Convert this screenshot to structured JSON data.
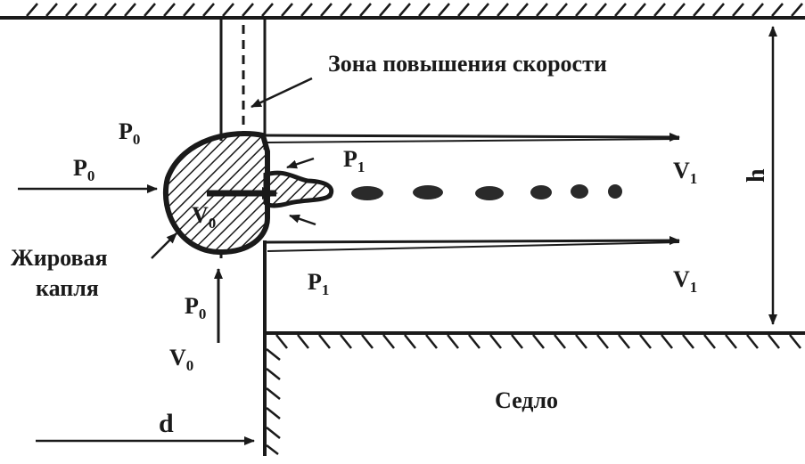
{
  "labels": {
    "zone": "Зона повышения скорости",
    "p0_a": "P",
    "p0_a_sub": "0",
    "p0_b": "P",
    "p0_b_sub": "0",
    "p0_c": "P",
    "p0_c_sub": "0",
    "v0_drop": "V",
    "v0_drop_sub": "0",
    "v0_bottom": "V",
    "v0_bottom_sub": "0",
    "p1_top": "P",
    "p1_top_sub": "1",
    "p1_bottom": "P",
    "p1_bottom_sub": "1",
    "v1_top": "V",
    "v1_top_sub": "1",
    "v1_bottom": "V",
    "v1_bottom_sub": "1",
    "h": "h",
    "d": "d",
    "fat_drop_line1": "Жировая",
    "fat_drop_line2": "капля",
    "seat": "Седло"
  },
  "colors": {
    "ink": "#1a1a1a",
    "background": "#ffffff"
  }
}
